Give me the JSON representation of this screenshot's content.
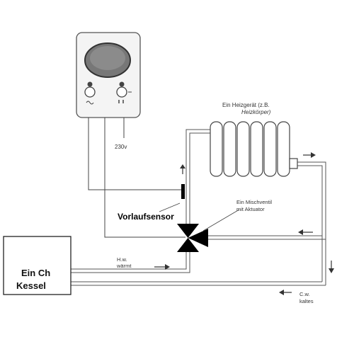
{
  "labels": {
    "supply_voltage": "230v",
    "radiator": [
      "Ein Heizgerät (z.B.",
      "Heizkörper)"
    ],
    "mixing_valve": [
      "Ein Mischventil",
      "mit Aktuator"
    ],
    "flow_sensor": "Vorlaufsensor",
    "boiler": [
      "Ein Ch",
      "Kessel"
    ],
    "hot_water": [
      "H.w.",
      "wärmt"
    ],
    "cold_water": [
      "C.w.",
      "kaltes"
    ]
  },
  "colors": {
    "line": "#333333",
    "controller_face": "#f4f4f4",
    "display": "#777777"
  }
}
